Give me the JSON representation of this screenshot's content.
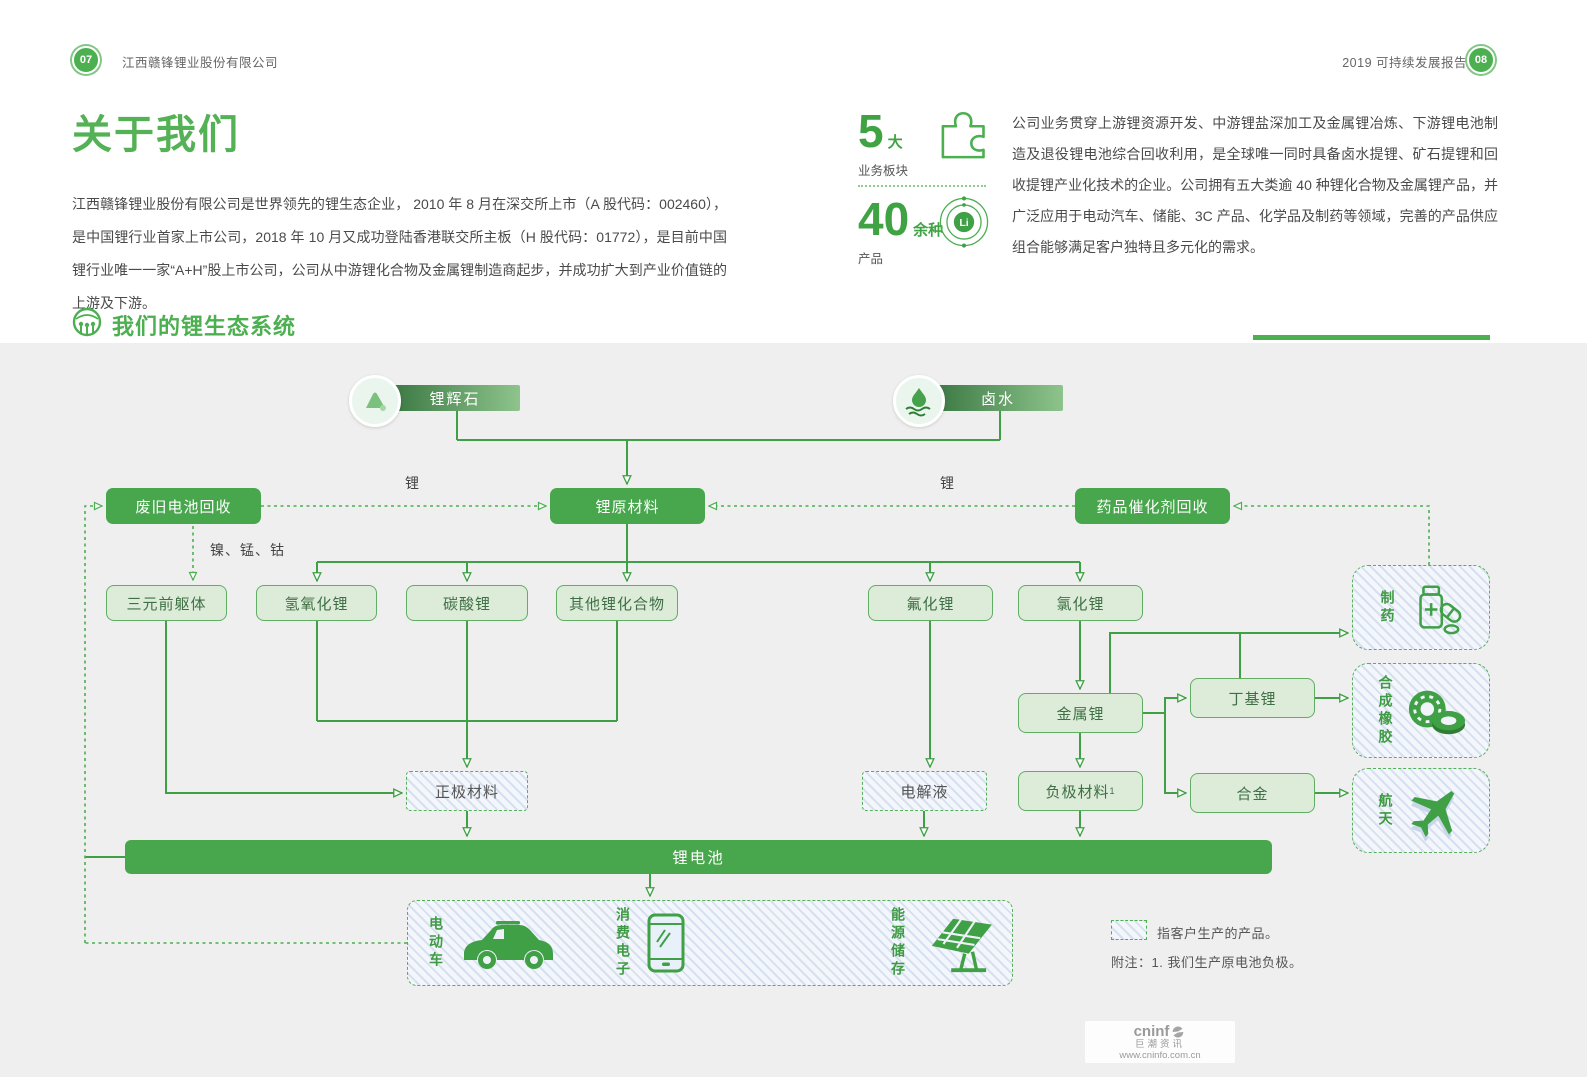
{
  "header": {
    "left_page_num": "07",
    "company": "江西赣锋锂业股份有限公司",
    "report_title": "2019 可持续发展报告",
    "right_page_num": "08"
  },
  "about": {
    "title": "关于我们",
    "body": "江西赣锋锂业股份有限公司是世界领先的锂生态企业， 2010 年 8 月在深交所上市（A 股代码：002460），是中国锂行业首家上市公司，2018 年 10 月又成功登陆香港联交所主板（H 股代码：01772），是目前中国锂行业唯一一家“A+H”股上市公司，公司从中游锂化合物及金属锂制造商起步，并成功扩大到产业价值链的上游及下游。"
  },
  "stats": {
    "items": [
      {
        "value": "5",
        "unit": "大",
        "label": "业务板块",
        "icon": "puzzle-icon"
      },
      {
        "value": "40",
        "unit": "余种",
        "label": "产品",
        "icon": "lithium-atom-icon"
      }
    ]
  },
  "overview": "公司业务贯穿上游锂资源开发、中游锂盐深加工及金属锂冶炼、下游锂电池制造及退役锂电池综合回收利用，是全球唯一同时具备卤水提锂、矿石提锂和回收提锂产业化技术的企业。公司拥有五大类逾 40 种锂化合物及金属锂产品，并广泛应用于电动汽车、储能、3C 产品、化学品及制药等领域，完善的产品供应组合能够满足客户独特且多元化的需求。",
  "ecosystem": {
    "title": "我们的锂生态系统"
  },
  "diagram": {
    "spodumene": "锂辉石",
    "brine": "卤水",
    "recycle_battery": "废旧电池回收",
    "raw_material": "锂原材料",
    "catalyst_recycle": "药品催化剂回收",
    "label_li_left": "锂",
    "label_li_right": "锂",
    "label_ni_mn_co": "镍、锰、钴",
    "ternary_precursor": "三元前躯体",
    "lithium_hydroxide": "氢氧化锂",
    "lithium_carbonate": "碳酸锂",
    "other_compounds": "其他锂化合物",
    "lithium_fluoride": "氟化锂",
    "lithium_chloride": "氯化锂",
    "lithium_metal": "金属锂",
    "butyllithium": "丁基锂",
    "alloy": "合金",
    "cathode": "正极材料",
    "electrolyte": "电解液",
    "anode": "负极材料",
    "anode_footnote_mark": "1",
    "pharma": "制药",
    "synthetic_rubber": "合成橡胶",
    "aerospace": "航天",
    "battery": "锂电池",
    "ev": "电动车",
    "consumer_electronics": "消费电子",
    "energy_storage": "能源储存",
    "legend_text": "指客户生产的产品。",
    "footnote": "附注：1. 我们生产原电池负极。"
  },
  "watermark": {
    "brand": "cninf",
    "cn_name": "巨潮资讯",
    "url": "www.cninfo.com.cn"
  },
  "colors": {
    "accent_green": "#4caf50",
    "solid_box_green": "#48a64d",
    "light_box_fill": "#dcecd9",
    "light_box_border": "#5fae63",
    "hatch_stripe": "#d7e0f1",
    "diagram_background": "#efefef",
    "source_bar_gradient_start": "#3a7742",
    "source_bar_gradient_end": "#8ec48c",
    "text_dark": "#4a4a4a"
  }
}
